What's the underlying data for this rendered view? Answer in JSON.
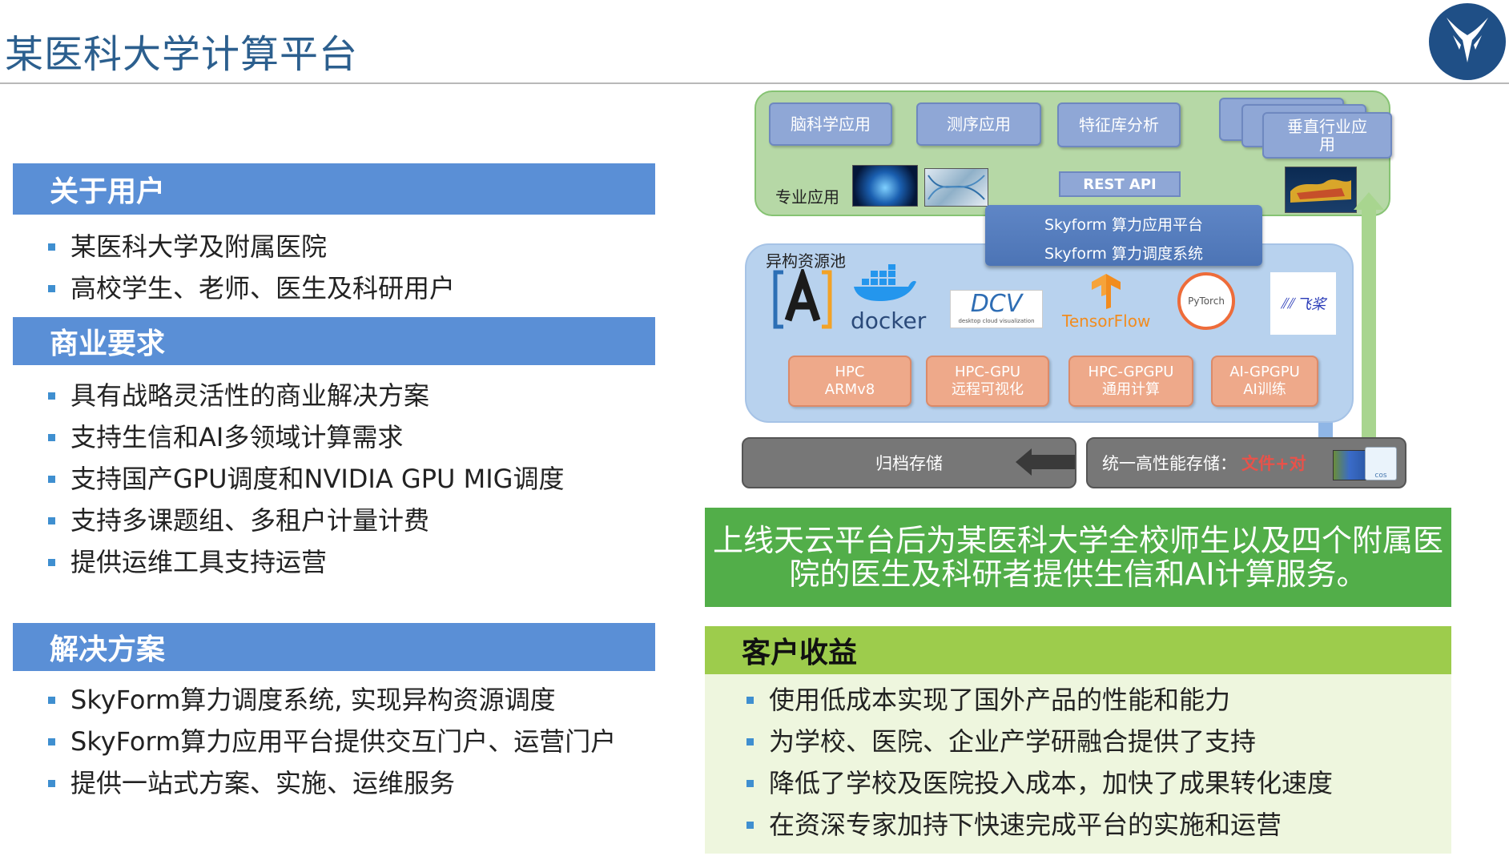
{
  "header": {
    "title": "某医科大学计算平台"
  },
  "left": {
    "users": {
      "heading": "关于用户",
      "items": [
        "某医科大学及附属医院",
        "高校学生、老师、医生及科研用户"
      ]
    },
    "business": {
      "heading": "商业要求",
      "items": [
        "具有战略灵活性的商业解决方案",
        "支持生信和AI多领域计算需求",
        "支持国产GPU调度和NVIDIA GPU MIG调度",
        "支持多课题组、多租户计量计费",
        "提供运维工具支持运营"
      ]
    },
    "solution": {
      "heading": "解决方案",
      "items": [
        "SkyForm算力调度系统, 实现异构资源调度",
        "SkyForm算力应用平台提供交互门户、运营门户",
        "提供一站式方案、实施、运维服务"
      ]
    }
  },
  "diagram": {
    "apps": [
      "脑科学应用",
      "测序应用",
      "特征库分析"
    ],
    "vertical_app_line1": "垂直行业应",
    "vertical_app_line2": "用",
    "pro_label": "专业应用",
    "rest_api": "REST API",
    "skyform_platform": "Skyform 算力应用平台",
    "skyform_scheduler": "Skyform 算力调度系统",
    "pool_label": "异构资源池",
    "logos": {
      "docker": "docker",
      "dcv": "DCV",
      "dcv_sub": "desktop cloud visualization",
      "tensorflow": "TensorFlow",
      "pytorch": "PyTorch",
      "paddle": "飞桨"
    },
    "hpc": [
      {
        "l1": "HPC",
        "l2": "ARMv8"
      },
      {
        "l1": "HPC-GPU",
        "l2": "远程可视化"
      },
      {
        "l1": "HPC-GPGPU",
        "l2": "通用计算"
      },
      {
        "l1": "AI-GPGPU",
        "l2": "AI训练"
      }
    ],
    "archive": "归档存储",
    "unified_storage": "统一高性能存储：",
    "unified_storage_highlight": "文件+对",
    "cos_label": "cos",
    "colors": {
      "app_green": "#b6d8a6",
      "pool_blue": "#b8d2ee",
      "hpc_orange": "#eea98a",
      "app_button": "#8fa7d6"
    }
  },
  "banner": {
    "line1": "上线天云平台后为某医科大学全校师生以及四个附属医",
    "line2": "院的医生及科研者提供生信和AI计算服务。"
  },
  "benefits": {
    "heading": "客户收益",
    "items": [
      "使用低成本实现了国外产品的性能和能力",
      "为学校、医院、企业产学研融合提供了支持",
      "降低了学校及医院投入成本，加快了成果转化速度",
      "在资深专家加持下快速完成平台的实施和运营"
    ]
  }
}
